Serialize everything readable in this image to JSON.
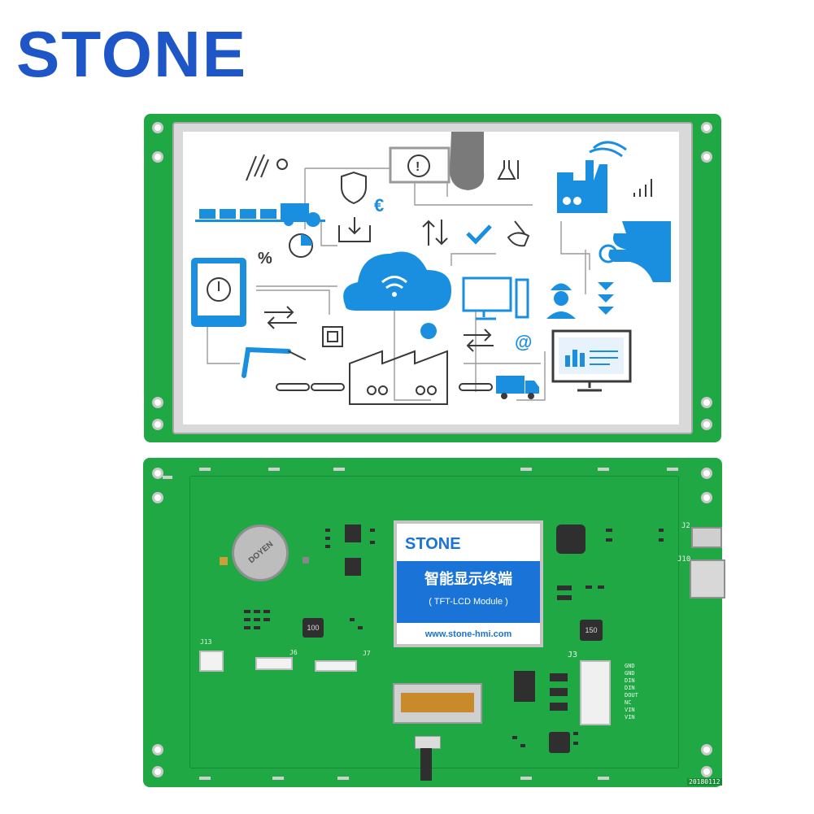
{
  "brand": {
    "text": "STONE",
    "color": "#1f56c7"
  },
  "colors": {
    "pcb": "#1fa843",
    "pcb_dark": "#178a36",
    "icon_blue": "#1a8fe0",
    "icon_dark": "#3a3a3a"
  },
  "module_label": {
    "brand": "STONE",
    "chinese_text": "智能显示终端",
    "module_type": "( TFT-LCD Module )",
    "website": "www.stone-hmi.com"
  },
  "pcb_silkscreen": {
    "j2": "J2",
    "j10": "J10",
    "j3": "J3",
    "j13": "J13",
    "j7": "J7",
    "j6": "J6",
    "date_code": "20180112",
    "inductor_100": "100",
    "inductor_150": "150",
    "pins": [
      "GND",
      "GND",
      "DIN",
      "DIN",
      "DOUT",
      "NC",
      "VIN",
      "VIN"
    ],
    "battery": "DOYEN"
  },
  "screen_icons": [
    "wheat-icon",
    "timer-icon",
    "tractor-icon",
    "shield-icon",
    "euro-icon",
    "download-tray-icon",
    "percent-icon",
    "pie-chart-icon",
    "tablet-power-icon",
    "swap-arrows-icon",
    "chip-icon",
    "robot-arm-icon",
    "conveyor-icon",
    "factory-icon",
    "cloud-wifi-icon",
    "alert-cycle-icon",
    "hand-pointer-icon",
    "updown-arrows-icon",
    "check-icon",
    "cleaning-icon",
    "lab-flask-icon",
    "factory-wifi-icon",
    "signal-bars-icon",
    "monitor-icon",
    "engineer-icon",
    "down-chevrons-icon",
    "globe-icon",
    "at-icon",
    "dashboard-monitor-icon",
    "truck-icon",
    "thumb-hand-icon"
  ]
}
